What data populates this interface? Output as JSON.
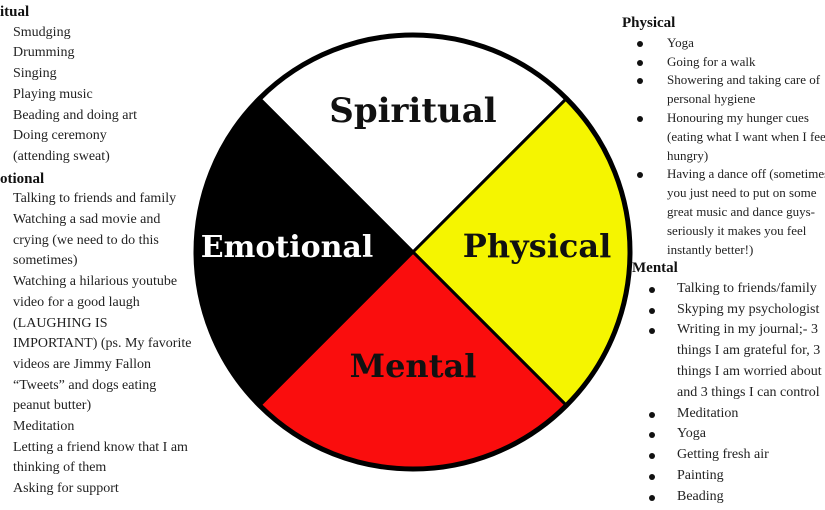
{
  "wheel": {
    "quadrants": [
      {
        "label": "Spiritual",
        "color": "#ffffff",
        "text_color": "#111111"
      },
      {
        "label": "Physical",
        "color": "#f5f500",
        "text_color": "#111111"
      },
      {
        "label": "Mental",
        "color": "#fa0d0d",
        "text_color": "#111111"
      },
      {
        "label": "Emotional",
        "color": "#000000",
        "text_color": "#ffffff"
      }
    ]
  },
  "spiritual": {
    "heading": "itual",
    "items": [
      [
        "Smudging"
      ],
      [
        "Drumming"
      ],
      [
        "Singing"
      ],
      [
        "Playing music"
      ],
      [
        "Beading and doing art"
      ],
      [
        "Doing ceremony",
        "(attending sweat)"
      ]
    ]
  },
  "emotional": {
    "heading": "otional",
    "items": [
      [
        "Talking to friends and family"
      ],
      [
        "Watching a sad movie and",
        "crying (we need to do this",
        "sometimes)"
      ],
      [
        "Watching a hilarious youtube",
        "video for a good laugh",
        "(LAUGHING IS",
        "IMPORTANT) (ps. My favorite",
        "videos are Jimmy Fallon",
        "“Tweets” and dogs eating",
        "peanut butter)"
      ],
      [
        "Meditation"
      ],
      [
        "Letting a friend know that I am",
        "thinking of them"
      ],
      [
        "Asking for support"
      ]
    ]
  },
  "physical": {
    "heading": "Physical",
    "items": [
      [
        "Yoga"
      ],
      [
        "Going for a walk"
      ],
      [
        "Showering and taking care of",
        "personal hygiene"
      ],
      [
        "Honouring my hunger cues",
        "(eating what I want when I feel",
        "hungry)"
      ],
      [
        "Having a dance off (sometimes",
        "you just need to put on some",
        "great music and dance guys-",
        "seriously it makes you feel",
        "instantly better!)"
      ]
    ]
  },
  "mental": {
    "heading": "Mental",
    "items": [
      [
        "Talking to friends/family"
      ],
      [
        "Skyping my psychologist"
      ],
      [
        "Writing in my journal;- 3",
        "things I am grateful for, 3",
        "things I am worried about",
        "and 3 things I can control"
      ],
      [
        "Meditation"
      ],
      [
        "Yoga"
      ],
      [
        "Getting fresh air"
      ],
      [
        "Painting"
      ],
      [
        "Beading"
      ]
    ]
  }
}
